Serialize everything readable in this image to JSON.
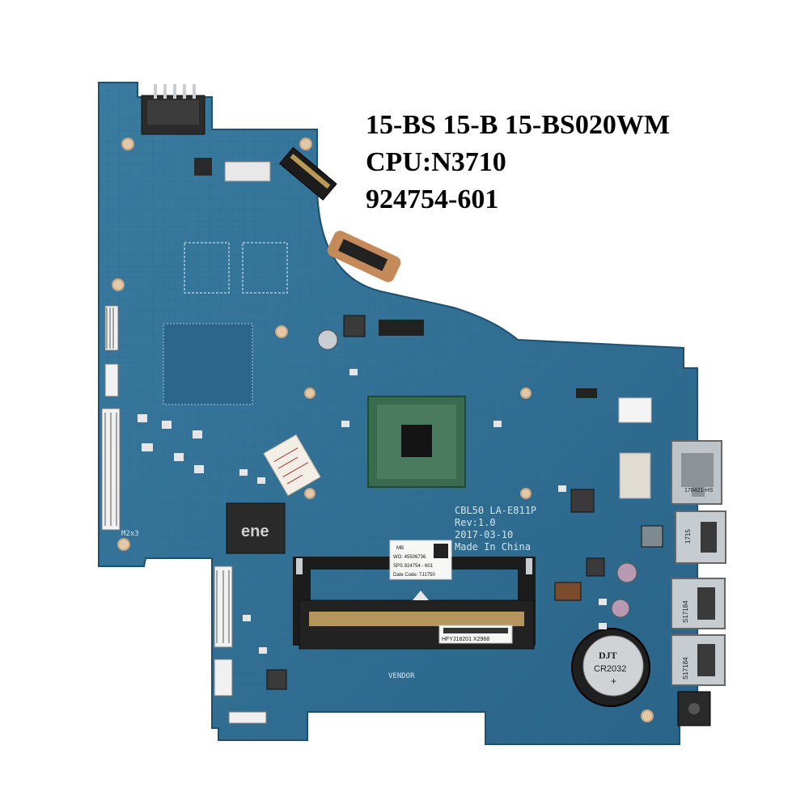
{
  "caption": {
    "line1": "15-BS 15-B 15-BS020WM",
    "line2": "CPU:N3710",
    "line3": "924754-601"
  },
  "board_silkscreen": {
    "model": "CBL50  LA-E811P",
    "rev": "Rev:1.0",
    "date": "2017-03-10",
    "origin": "Made In China",
    "vendor": "VENDOR",
    "m2x3": "M2x3",
    "usb_marks": [
      "1715",
      "S17184",
      "S17184"
    ],
    "rj45_mark": "170421-HS",
    "chip_logo": "ene"
  },
  "sticker": {
    "line1": "MB",
    "line2": "WO: 45506736",
    "line3": "SPS 924754 - 601",
    "line4": "Date Code: 7J1750"
  },
  "serial_sticker": {
    "text": "HFYJ18201 X2968"
  },
  "battery": {
    "brand": "DJT",
    "model": "CR2032",
    "polarity": "+"
  },
  "colors": {
    "pcb": "#2f6f95",
    "pcb_dark": "#245a7c",
    "chip": "#2a3a36",
    "metal": "#c9ced2"
  }
}
